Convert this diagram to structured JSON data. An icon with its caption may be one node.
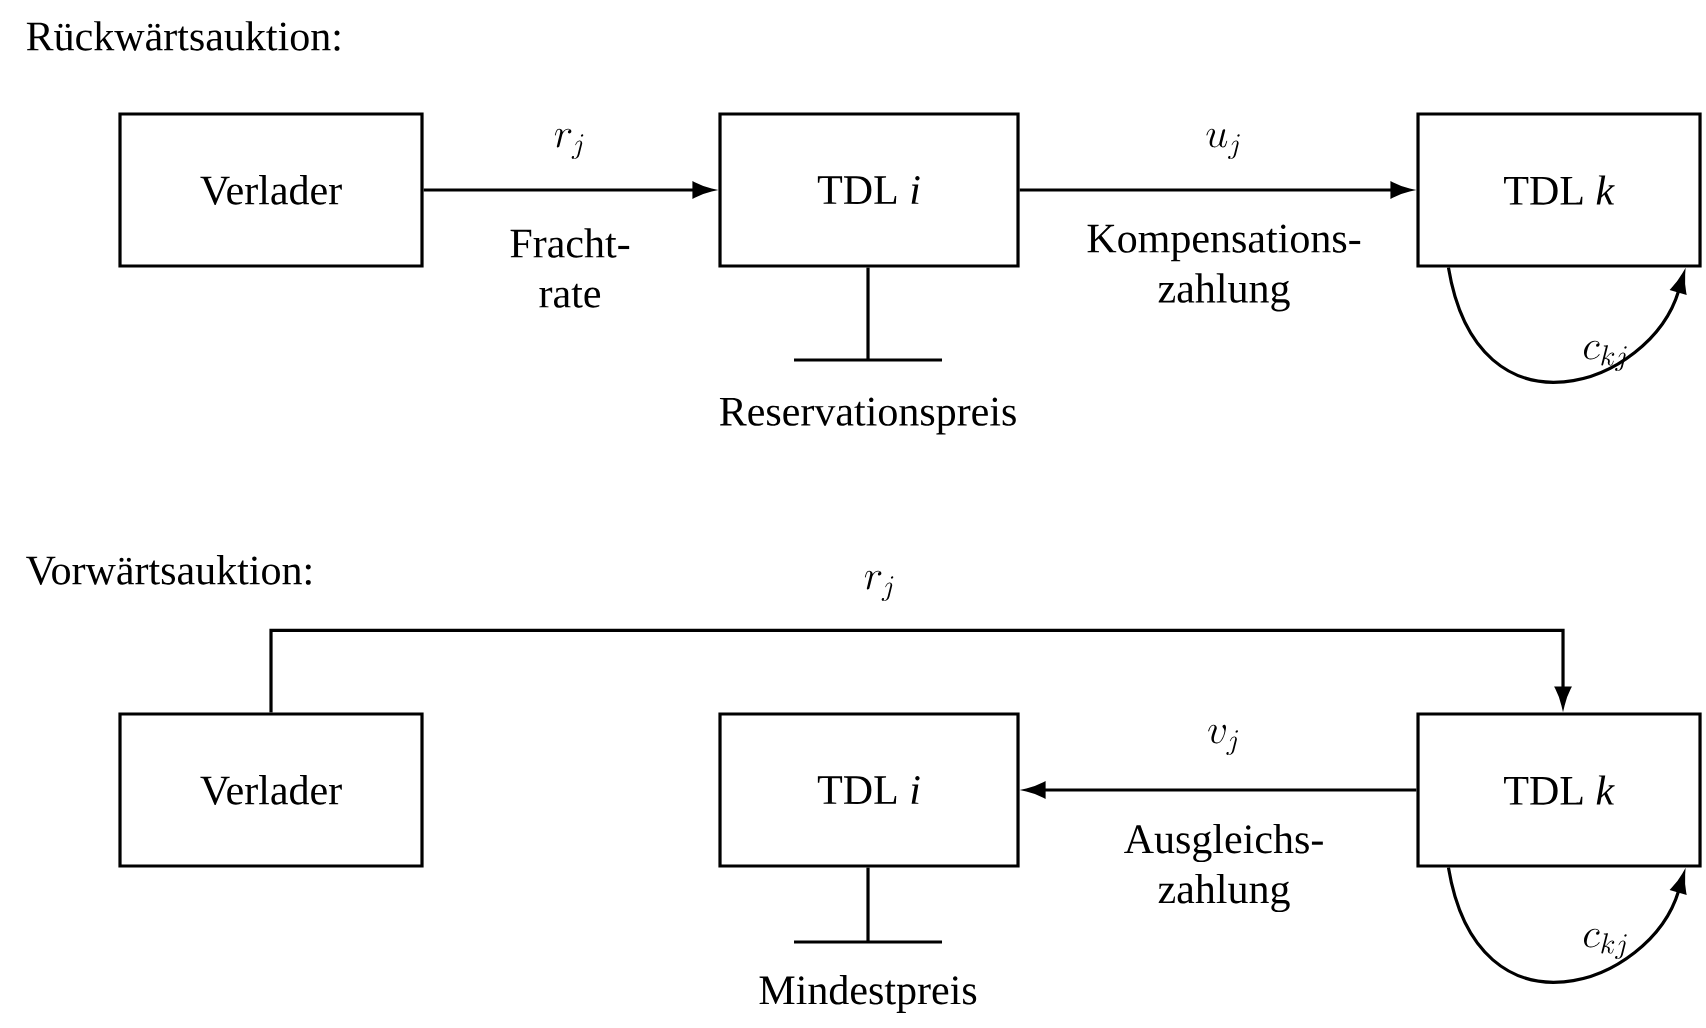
{
  "diagram": {
    "nodes": [
      {
        "text": [
          "Verlader"
        ]
      },
      {
        "text": [
          "TDL *i*"
        ],
        "beside": [
          "Reservationspreis"
        ]
      },
      {
        "text": [
          "TDL *k*"
        ]
      },
      {
        "text": [
          "Verlader"
        ]
      },
      {
        "text": [
          "TDL *i*"
        ],
        "beside": [
          "Mindestpreis"
        ]
      },
      {
        "text": [
          "TDL *k*"
        ]
      }
    ],
    "edges": [
      {
        "from": 0,
        "to": 1,
        "arrow": "to",
        "label": "r_j"
      },
      {
        "from": 1,
        "to": 2,
        "arrow": "to",
        "label": "u_j"
      },
      {
        "from": 2,
        "to": 2,
        "arrow": "to",
        "label": "c_{kj}"
      },
      {
        "from": 3,
        "to": 5,
        "arrow": "to",
        "label": "r_j"
      },
      {
        "from": 5,
        "to": 4,
        "arrow": "to",
        "label": "v_j"
      },
      {
        "from": 5,
        "to": 5,
        "arrow": "to",
        "label": "c_{kj}"
      }
    ],
    "labels": [
      "Rückwärtsauktion:",
      "Fracht- rate",
      "Kompensations- zahlung",
      "Vorwärtsauktion:",
      "Ausgleichs- zahlung"
    ]
  }
}
